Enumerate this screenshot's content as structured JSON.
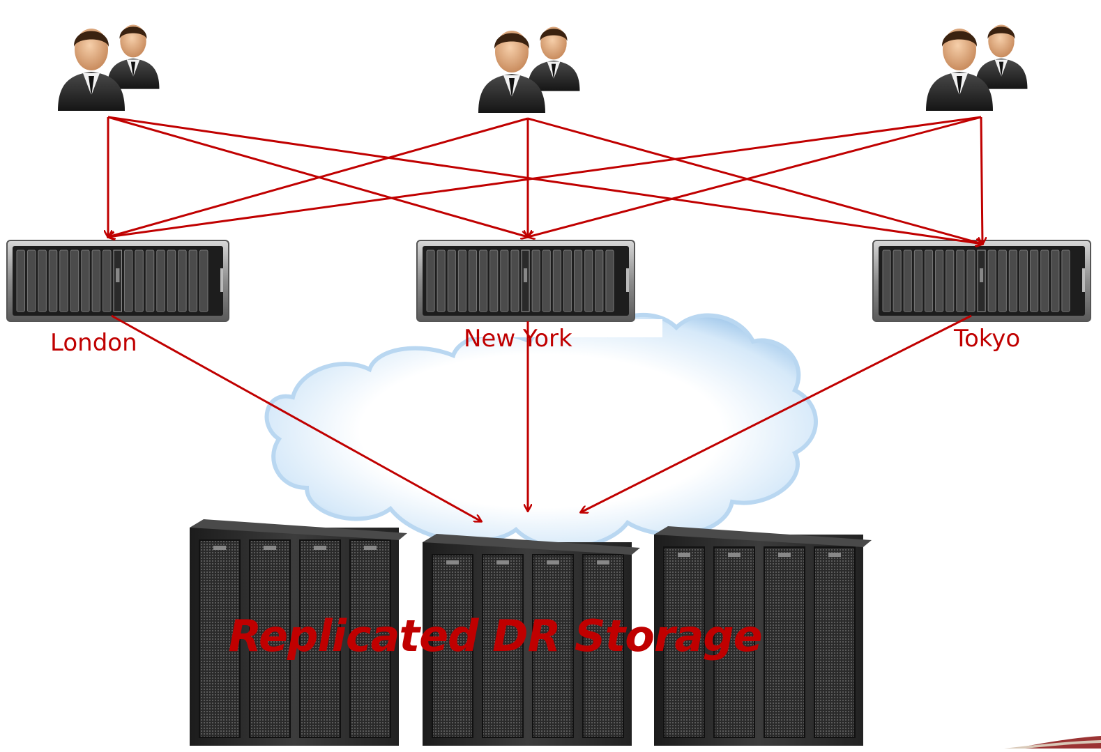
{
  "colors": {
    "arrow": "#c00000",
    "label": "#c00000",
    "title": "#c00000",
    "server_body": "#3a3a3a",
    "server_frame": "#9a9a9a",
    "cloud_fill": "#ffffff",
    "cloud_edge": "#9ec6ea",
    "suit": "#2b2b2b",
    "skin": "#e9b48a"
  },
  "sites": [
    {
      "id": "london",
      "label": "London"
    },
    {
      "id": "newyork",
      "label": "New York"
    },
    {
      "id": "tokyo",
      "label": "Tokyo"
    }
  ],
  "icons": {
    "users": "users-group-icon",
    "server": "storage-server-icon",
    "cloud": "cloud-icon",
    "rack": "server-rack-icon"
  },
  "dr_storage": {
    "title": "Replicated DR Storage"
  }
}
